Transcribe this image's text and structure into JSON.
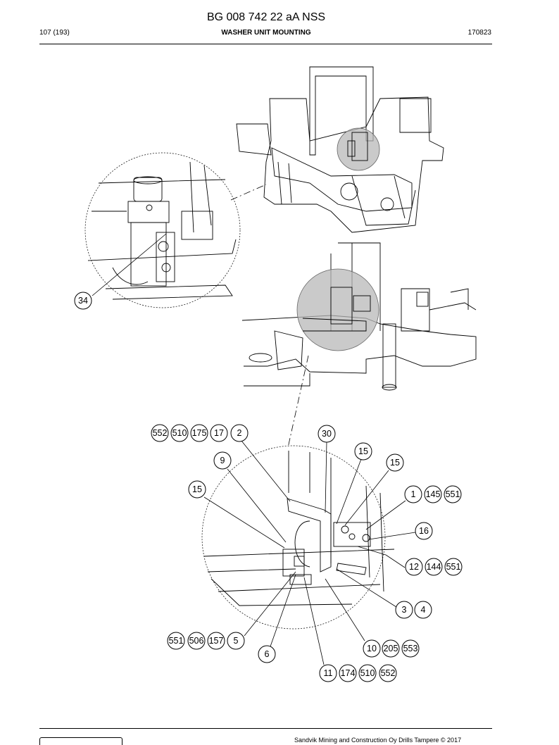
{
  "header": {
    "document_number": "BG 008 742 22 aA NSS",
    "page": "107 (193)",
    "title": "WASHER UNIT MOUNTING",
    "date_code": "170823"
  },
  "footer": {
    "copyright": "Sandvik Mining and Construction Oy Drills Tampere © 2017"
  },
  "callouts": {
    "c34": "34",
    "c552a": "552",
    "c510a": "510",
    "c175": "175",
    "c17": "17",
    "c2": "2",
    "c30": "30",
    "c15a": "15",
    "c15b": "15",
    "c15c": "15",
    "c9": "9",
    "c1": "1",
    "c145": "145",
    "c551a": "551",
    "c16": "16",
    "c12": "12",
    "c144": "144",
    "c551b": "551",
    "c3": "3",
    "c4": "4",
    "c551c": "551",
    "c506": "506",
    "c157": "157",
    "c5": "5",
    "c6": "6",
    "c10": "10",
    "c205": "205",
    "c553": "553",
    "c11": "11",
    "c174": "174",
    "c510b": "510",
    "c552b": "552"
  }
}
